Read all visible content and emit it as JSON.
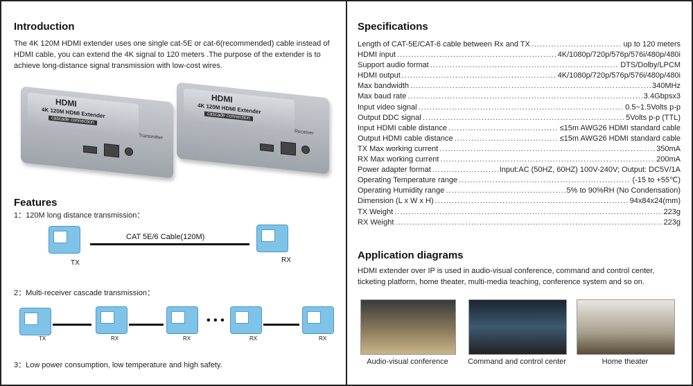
{
  "intro": {
    "title": "Introduction",
    "text": "The 4K 120M HDMI extender uses one single cat-5E or cat-6(recommended) cable instead of HDMI cable, you can extend the 4K signal to 120 meters .The purpose of the extender is to achieve long-distance signal transmission with low-cost wires."
  },
  "product": {
    "logo": "HDMI",
    "name": "4K 120M HDMI Extender",
    "tag": "cascade connection",
    "tx_label": "Transmitter",
    "rx_label": "Receiver"
  },
  "features": {
    "title": "Features",
    "items": [
      "1：120M long distance transmission：",
      "2：Multi-receiver cascade transmission：",
      "3：Low power consumption, low temperature and high safety."
    ],
    "cable_label": "CAT 5E/6 Cable(120M)",
    "tx": "TX",
    "rx": "RX",
    "ellipsis": "• • •"
  },
  "specs": {
    "title": "Specifications",
    "rows": [
      {
        "k": "Length of CAT-5E/CAT-6 cable between Rx and TX",
        "v": "up to 120 meters"
      },
      {
        "k": "HDMI input",
        "v": "4K/1080p/720p/576p/576i/480p/480i"
      },
      {
        "k": "Support audio format",
        "v": "DTS/Dolby/LPCM"
      },
      {
        "k": "HDMI output",
        "v": "4K/1080p/720p/576p/576i/480p/480i"
      },
      {
        "k": "Max bandwidth",
        "v": "340MHz"
      },
      {
        "k": "Max baud rate",
        "v": "3.4Gbpsx3"
      },
      {
        "k": "Input video signal",
        "v": "0.5~1.5Volts p-p"
      },
      {
        "k": "Output DDC signal",
        "v": "5Volts p-p (TTL)"
      },
      {
        "k": "Input HDMI cable distance",
        "v": "≤15m AWG26  HDMI standard cable"
      },
      {
        "k": "Output HDMI cable distance",
        "v": "≤15m AWG26 HDMI standard cable"
      },
      {
        "k": "TX Max working current",
        "v": "350mA"
      },
      {
        "k": "RX Max working current",
        "v": "200mA"
      },
      {
        "k": "Power adapter format",
        "v": "Input:AC (50HZ, 60HZ) 100V-240V; Output: DC5V/1A"
      },
      {
        "k": "Operating Temperature range",
        "v": "(-15 to +55℃)"
      },
      {
        "k": "Operating Humidity range",
        "v": "5% to 90%RH (No Condensation)"
      },
      {
        "k": "Dimension (L x W x H)",
        "v": "94x84x24(mm)"
      },
      {
        "k": "TX Weight",
        "v": "223g"
      },
      {
        "k": "RX Weight",
        "v": "223g"
      }
    ]
  },
  "app": {
    "title": "Application diagrams",
    "text": "HDMI extender over IP is used in audio-visual conference, command and control center, ticketing platform, home theater, multi-media teaching, conference system and so on.",
    "captions": [
      "Audio-visual conference",
      "Command and control center",
      "Home theater"
    ]
  }
}
